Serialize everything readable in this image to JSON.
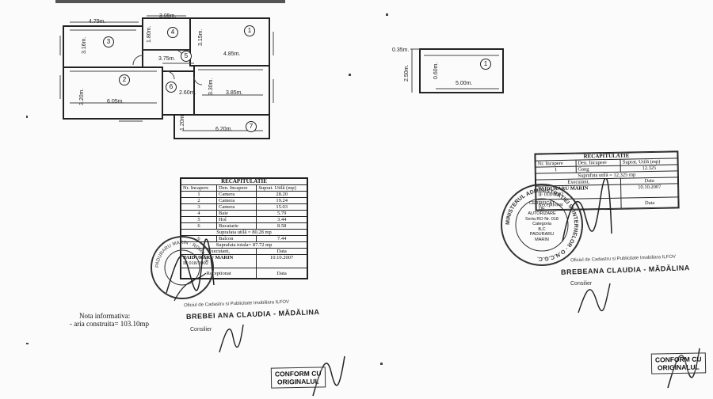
{
  "floorplan_left": {
    "dims": {
      "w_479": "4.79m.",
      "w_305": "3.05m.",
      "h_316": "3.16m.",
      "h_180": "1.80m.",
      "h_315": "3.15m.",
      "w_375": "3.75m.",
      "w_485": "4.85m.",
      "h_320": "3.20m.",
      "w_605": "6.05m.",
      "w_260": "2.60m.",
      "h_330": "3.30m.",
      "w_385": "3.85m.",
      "h_120": "1.20m.",
      "w_620": "6.20m."
    },
    "rooms": [
      "1",
      "2",
      "3",
      "4",
      "5",
      "6",
      "7"
    ]
  },
  "floorplan_right": {
    "dims": {
      "d_035": "0.35m.",
      "d_250": "2.50m.",
      "d_060": "0.60m.",
      "d_500": "5.00m."
    },
    "room": "1"
  },
  "recap_left": {
    "title": "RECAPITULATIE",
    "headers": [
      "Nr. Incapere",
      "Den. Incapere",
      "Suprat. Utilă (mp)"
    ],
    "rows": [
      [
        "1",
        "Camera",
        "28.20"
      ],
      [
        "2",
        "Camera",
        "19.24"
      ],
      [
        "3",
        "Camera",
        "15.03"
      ],
      [
        "4",
        "Baie",
        "5.79"
      ],
      [
        "5",
        "Hol",
        "3.44"
      ],
      [
        "6",
        "Bucatarie",
        "8.58"
      ]
    ],
    "subtotal": "Suprafata utilă = 80.28 mp",
    "balcony": [
      "6",
      "Balcon",
      "7.44"
    ],
    "total": "Suprafata totala= 87.72 mp",
    "executant_label": "Executant,",
    "data_label": "Data",
    "executant_name": "PAIDURARU MARIN",
    "executant_id": "IF 018/2002",
    "date": "10.10.2007",
    "receptionat": "Receptionat",
    "data_label2": "Data"
  },
  "recap_right": {
    "title": "RECAPITULATIE",
    "headers": [
      "Nr. Incapere",
      "Den. Incapere",
      "Suprat. Utilă (mp)"
    ],
    "row": [
      "1",
      "Gang",
      "12.325"
    ],
    "subtotal": "Suprafata utilă = 12.325 mp",
    "executant_label": "Executant,",
    "data_label": "Data",
    "executant_name": "PAIDURARU MARIN",
    "executant_id": "IF 018/2002",
    "date": "10.10.2007",
    "receptionat": "Receptionat",
    "data_label2": "Data"
  },
  "notes": {
    "nota_title": "Nota informativa:",
    "aria": "- aria construita= 103.10mp"
  },
  "stamps": {
    "office_left": "Oficiul de Cadastru si Publicitate Imobiliara ILFOV",
    "name_left": "BREBEI ANA CLAUDIA - MĂDĂLINA",
    "role_left": "Consilier",
    "office_right": "Oficiul de Cadastru si Publicitate Imobiliara ILFOV",
    "name_right": "BREBEANA CLAUDIA - MĂDĂLINA",
    "role_right": "Consilier",
    "conform_left_1": "CONFORM CU",
    "conform_left_2": "ORIGINALUL",
    "conform_right_1": "CONFORM CU",
    "conform_right_2": "ORIGINALUL",
    "round_right_lines": [
      "CERTIFICAT",
      "DE",
      "AUTORIZARE",
      "Seria RO Nr. 018",
      "Categoria",
      "B,C",
      "PADURARU",
      "MARIN"
    ],
    "round_right_ring": "MINISTERUL ADMINISTRATIEI SI INTERNELOR · O.N.C.G.C.",
    "round_left_ring": "PADURARU MARIN · ROMANIA"
  }
}
